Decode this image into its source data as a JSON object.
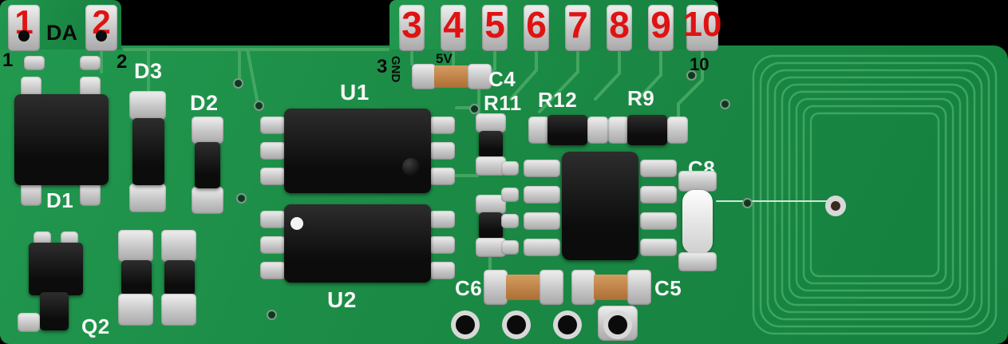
{
  "meta": {
    "subject": "Green RFID reader module PCB photo with numbered edge pins and labeled components"
  },
  "colors": {
    "board_green": "#1b8a45",
    "trace_green": "#45a863",
    "pad_silver": "#d6d6d6",
    "component_black": "#141414",
    "pin_number_red": "#e01313",
    "silkscreen_white": "#f7f7f7",
    "silkscreen_black": "#0a0a0a",
    "capacitor_orange": "#c08246"
  },
  "pins_left": [
    {
      "number": "1"
    },
    {
      "number": "2"
    }
  ],
  "pins_top": [
    {
      "number": "3"
    },
    {
      "number": "4"
    },
    {
      "number": "5"
    },
    {
      "number": "6"
    },
    {
      "number": "7"
    },
    {
      "number": "8"
    },
    {
      "number": "9"
    },
    {
      "number": "10"
    }
  ],
  "silkscreen": {
    "da": "DA",
    "pin1_small": "1",
    "pin2_small": "2",
    "pin3_small": "3",
    "pin10_small": "10",
    "gnd": "GND",
    "five_v": "5V"
  },
  "component_labels": {
    "d1": "D1",
    "d2": "D2",
    "d3": "D3",
    "u1": "U1",
    "u2": "U2",
    "q2": "Q2",
    "c4": "C4",
    "c5": "C5",
    "c6": "C6",
    "c8": "C8",
    "r9": "R9",
    "r11": "R11",
    "r12": "R12"
  }
}
